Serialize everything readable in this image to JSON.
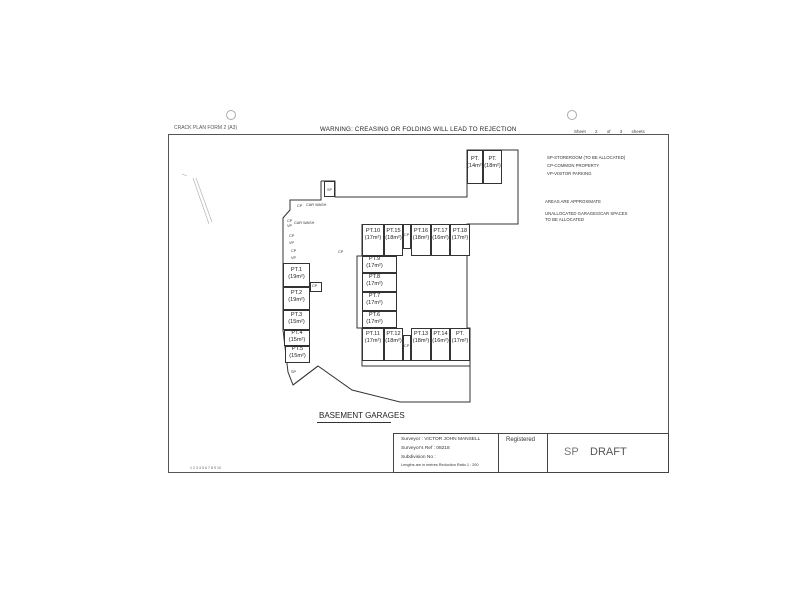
{
  "header": {
    "form_label": "CRACK PLAN FORM 2 (A3)",
    "warning": "WARNING: CREASING OR FOLDING WILL LEAD TO REJECTION",
    "sheet": "Sheet 2 of 3 sheets"
  },
  "legend": {
    "sp": "SP-STOREROOM (TO BE ALLOCATED)",
    "cp": "CP-COMMON PROPERTY",
    "vp": "VP-VISITOR PARKING",
    "areas": "AREAS ARE APPROXIMATE",
    "unalloc1": "UNALLOCATED GARAGES/CAR SPACES",
    "unalloc2": "TO BE ALLOCATED"
  },
  "labels": {
    "car_wash_top": "CAR WASH",
    "car_wash_left": "CAR WASH",
    "sp": "SP",
    "cp": "CP",
    "vp": "VP",
    "basement": "BASEMENT GARAGES"
  },
  "lots": {
    "top1": {
      "name": "PT.",
      "area": "(14m²)"
    },
    "top2": {
      "name": "PT.",
      "area": "(18m²)"
    },
    "l1": {
      "name": "PT.1",
      "area": "(19m²)"
    },
    "l2": {
      "name": "PT.2",
      "area": "(19m²)"
    },
    "l3": {
      "name": "PT.3",
      "area": "(15m²)"
    },
    "l4": {
      "name": "PT.4",
      "area": "(15m²)"
    },
    "l5": {
      "name": "PT.5",
      "area": "(15m²)"
    },
    "m10": {
      "name": "PT.10",
      "area": "(17m²)"
    },
    "m15": {
      "name": "PT.15",
      "area": "(18m²)"
    },
    "m16": {
      "name": "PT.16",
      "area": "(18m²)"
    },
    "m17": {
      "name": "PT.17",
      "area": "(16m²)"
    },
    "m18": {
      "name": "PT.18",
      "area": "(17m²)"
    },
    "m9": {
      "name": "PT.9",
      "area": "(17m²)"
    },
    "m8": {
      "name": "PT.8",
      "area": "(17m²)"
    },
    "m7": {
      "name": "PT.7",
      "area": "(17m²)"
    },
    "m6": {
      "name": "PT.6",
      "area": "(17m²)"
    },
    "b11": {
      "name": "PT.11",
      "area": "(17m²)"
    },
    "b12": {
      "name": "PT.12",
      "area": "(18m²)"
    },
    "b13": {
      "name": "PT.13",
      "area": "(18m²)"
    },
    "b14": {
      "name": "PT.14",
      "area": "(16m²)"
    },
    "b19": {
      "name": "PT.",
      "area": "(17m²)"
    }
  },
  "title_block": {
    "surveyor": "Surveyor :  VICTOR JOHN MANSELL",
    "ref": "Surveyor's Ref : 08218",
    "subdivision": "Subdivision No :",
    "lengths": "Lengths are in metres  Reduction Ratio  1 : 200",
    "registered": "Registered",
    "sp": "SP",
    "draft": "DRAFT"
  },
  "footer": "1  2  3  4  5  6  7  8  9  10"
}
